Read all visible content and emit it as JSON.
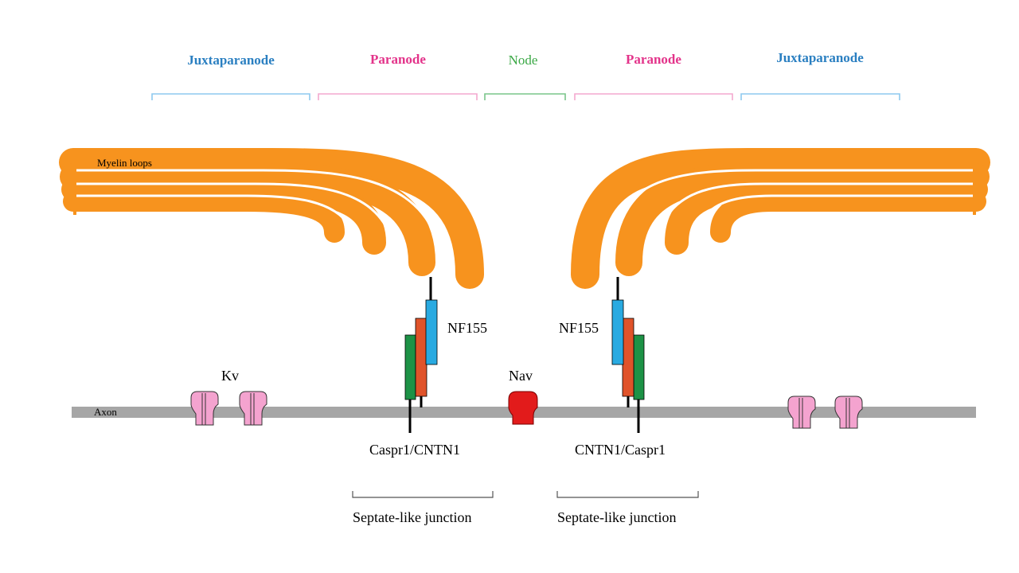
{
  "regions": [
    {
      "label": "Juxtaparanode",
      "color": "#2a7fc1"
    },
    {
      "label": "Paranode",
      "color": "#e3338a"
    },
    {
      "label": "Node",
      "color": "#3aa845"
    },
    {
      "label": "Paranode",
      "color": "#e3338a"
    },
    {
      "label": "Juxtaparanode",
      "color": "#2a7fc1"
    }
  ],
  "bracket_colors": [
    "#8ec9ef",
    "#f4a8cf",
    "#79c58a",
    "#f4a8cf",
    "#8ec9ef"
  ],
  "labels": {
    "myelin": "Myelin loops",
    "axon": "Axon",
    "kv": "Kv",
    "nav": "Nav",
    "nf155_left": "NF155",
    "nf155_right": "NF155",
    "caspr_left": "Caspr1/CNTN1",
    "caspr_right": "CNTN1/Caspr1",
    "septate_left": "Septate-like junction",
    "septate_right": "Septate-like junction"
  },
  "colors": {
    "myelin": "#f7931e",
    "axon": "#a6a6a6",
    "kv_channel": "#f4a3cf",
    "nav_channel": "#e21b1b",
    "nf155": "#29aae1",
    "cntn1": "#e0532a",
    "caspr1": "#1d9246"
  },
  "icons": [
    "kv-channel-icon",
    "nav-channel-icon"
  ]
}
